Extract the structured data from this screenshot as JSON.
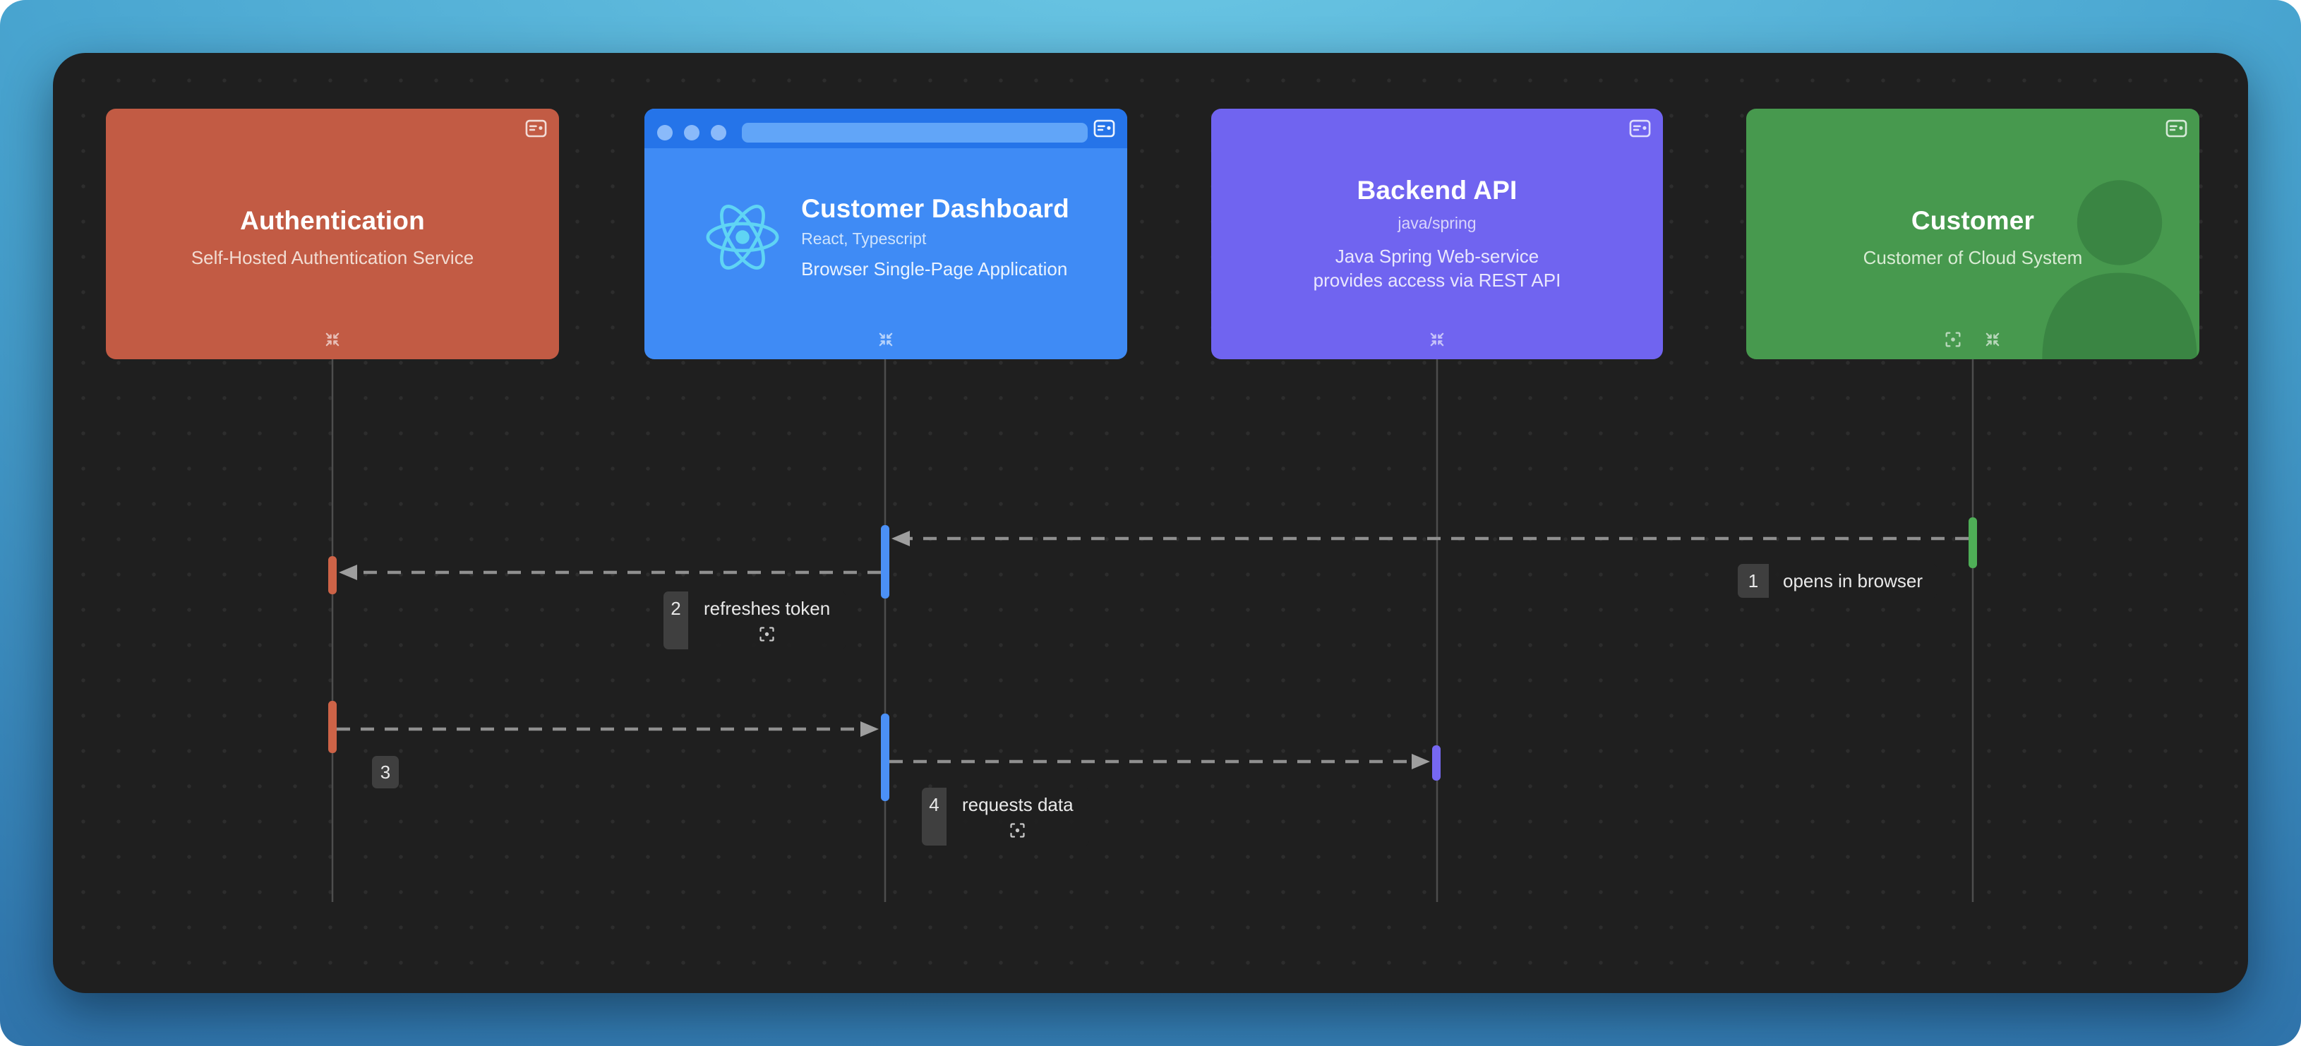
{
  "colors": {
    "background_top": "#6ecae6",
    "background_bottom": "#2a66a0",
    "canvas": "#1f1f1f",
    "auth": "#c25b44",
    "dashboard": "#3f8bf5",
    "dashboard_chrome": "#2574e9",
    "backend": "#7064f0",
    "customer": "#47994e",
    "react_logo": "#5fd4f4",
    "arrow": "#8f8f8f",
    "lifeline": "#4d4d4d",
    "label_badge_bg": "#3f3f3f",
    "label_bg": "#202020"
  },
  "nodes": {
    "auth": {
      "title": "Authentication",
      "subtitle": "Self-Hosted Authentication Service"
    },
    "dashboard": {
      "title": "Customer Dashboard",
      "tech": "React, Typescript",
      "subtitle": "Browser Single-Page Application"
    },
    "backend": {
      "title": "Backend API",
      "tech": "java/spring",
      "description": [
        "Java Spring Web-service",
        "provides access via REST API"
      ]
    },
    "customer": {
      "title": "Customer",
      "subtitle": "Customer of Cloud System"
    }
  },
  "messages": [
    {
      "num": "1",
      "label": "opens in browser",
      "from": "customer",
      "to": "dashboard"
    },
    {
      "num": "2",
      "label": "refreshes token",
      "from": "dashboard",
      "to": "auth"
    },
    {
      "num": "3",
      "label": "",
      "from": "auth",
      "to": "dashboard"
    },
    {
      "num": "4",
      "label": "requests data",
      "from": "dashboard",
      "to": "backend"
    }
  ]
}
